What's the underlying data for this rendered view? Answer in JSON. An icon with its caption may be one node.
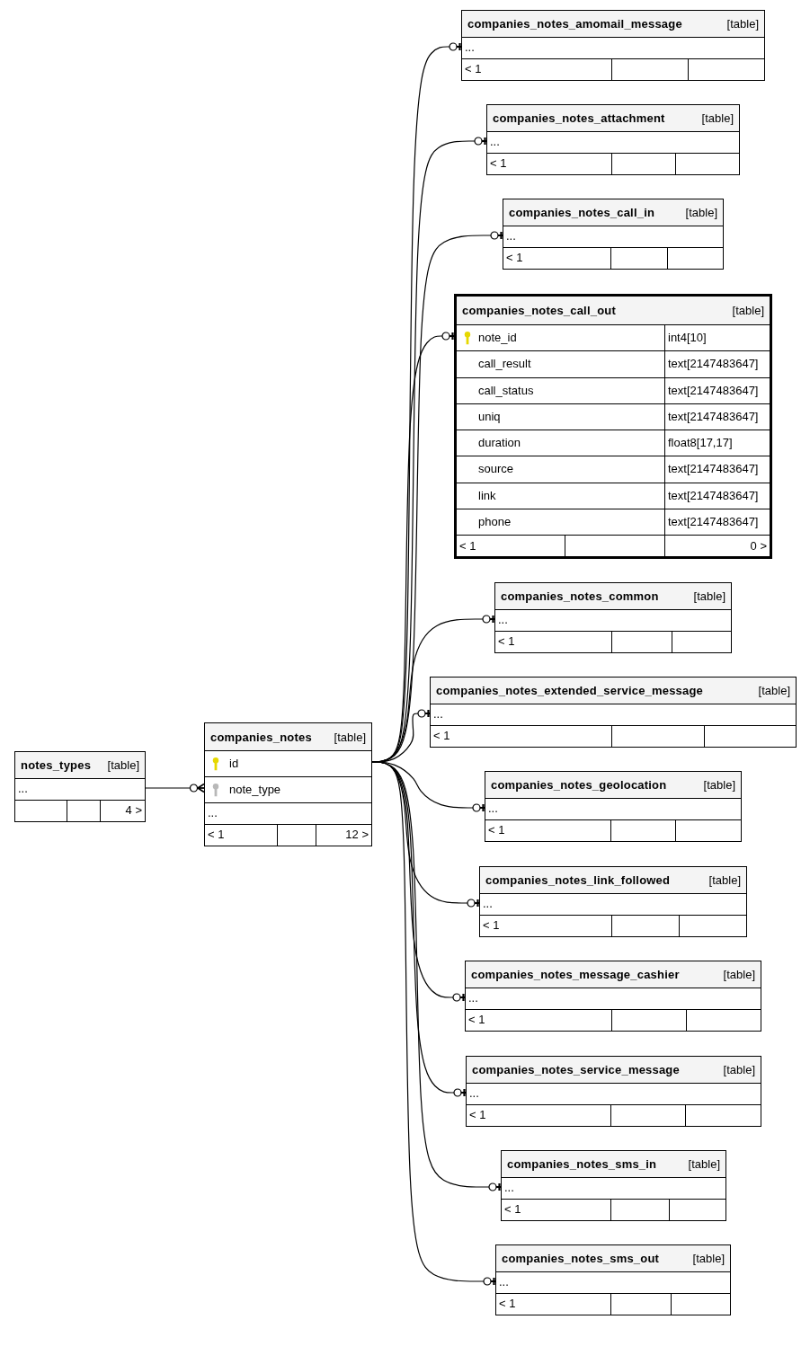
{
  "diagram": {
    "nodes": [
      {
        "text": [
          "notes_types",
          "[table]",
          "...",
          "4 >"
        ]
      },
      {
        "text": [
          "companies_notes",
          "[table]",
          "id",
          "note_type",
          "...",
          "< 1",
          "12 >"
        ]
      },
      {
        "text": [
          "companies_notes_amomail_message",
          "[table]",
          "...",
          "< 1"
        ]
      },
      {
        "text": [
          "companies_notes_attachment",
          "[table]",
          "...",
          "< 1"
        ]
      },
      {
        "text": [
          "companies_notes_call_in",
          "[table]",
          "...",
          "< 1"
        ]
      },
      {
        "text": [
          "companies_notes_call_out",
          "[table]",
          "note_id",
          "int4[10]",
          "call_result",
          "text[2147483647]",
          "call_status",
          "text[2147483647]",
          "uniq",
          "text[2147483647]",
          "duration",
          "float8[17,17]",
          "source",
          "text[2147483647]",
          "link",
          "text[2147483647]",
          "phone",
          "text[2147483647]",
          "< 1",
          "0 >"
        ]
      },
      {
        "text": [
          "companies_notes_common",
          "[table]",
          "...",
          "< 1"
        ]
      },
      {
        "text": [
          "companies_notes_extended_service_message",
          "[table]",
          "...",
          "< 1"
        ]
      },
      {
        "text": [
          "companies_notes_geolocation",
          "[table]",
          "...",
          "< 1"
        ]
      },
      {
        "text": [
          "companies_notes_link_followed",
          "[table]",
          "...",
          "< 1"
        ]
      },
      {
        "text": [
          "companies_notes_message_cashier",
          "[table]",
          "...",
          "< 1"
        ]
      },
      {
        "text": [
          "companies_notes_service_message",
          "[table]",
          "...",
          "< 1"
        ]
      },
      {
        "text": [
          "companies_notes_sms_in",
          "[table]",
          "...",
          "< 1"
        ]
      },
      {
        "text": [
          "companies_notes_sms_out",
          "[table]",
          "...",
          "< 1"
        ]
      }
    ],
    "edges": [
      {
        "from": 0,
        "to": 1,
        "arrow": "other"
      },
      {
        "from": 1,
        "to": 2,
        "arrow": "other"
      },
      {
        "from": 1,
        "to": 3,
        "arrow": "other"
      },
      {
        "from": 1,
        "to": 4,
        "arrow": "other"
      },
      {
        "from": 1,
        "to": 5,
        "arrow": "other"
      },
      {
        "from": 1,
        "to": 6,
        "arrow": "other"
      },
      {
        "from": 1,
        "to": 7,
        "arrow": "other"
      },
      {
        "from": 1,
        "to": 8,
        "arrow": "other"
      },
      {
        "from": 1,
        "to": 9,
        "arrow": "other"
      },
      {
        "from": 1,
        "to": 10,
        "arrow": "other"
      },
      {
        "from": 1,
        "to": 11,
        "arrow": "other"
      },
      {
        "from": 1,
        "to": 12,
        "arrow": "other"
      },
      {
        "from": 1,
        "to": 13,
        "arrow": "other"
      }
    ]
  }
}
